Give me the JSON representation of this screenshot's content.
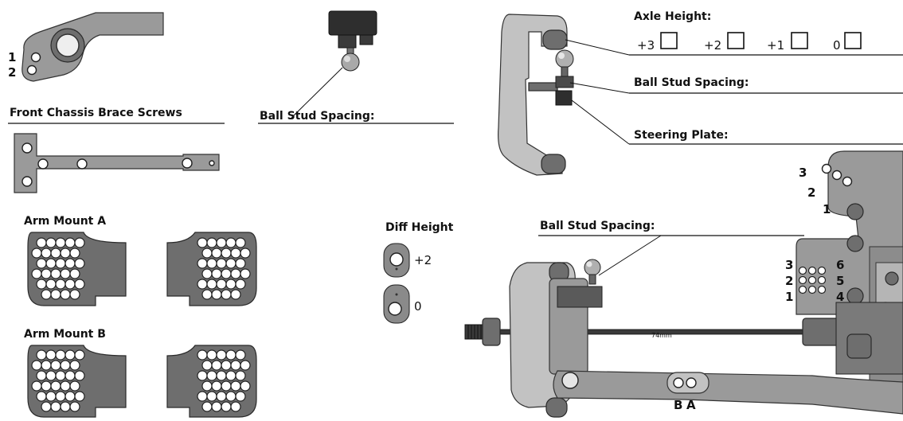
{
  "labels": {
    "front_chassis_brace_screws": "Front Chassis Brace Screws",
    "ball_stud_spacing_top": "Ball Stud Spacing:",
    "axle_height": "Axle Height:",
    "ball_stud_spacing_right": "Ball Stud Spacing:",
    "steering_plate": "Steering Plate:",
    "arm_mount_a": "Arm Mount A",
    "arm_mount_b": "Arm Mount B",
    "diff_height": "Diff Height",
    "ball_stud_spacing_bottom": "Ball Stud Spacing:",
    "shaft_length": "74mm",
    "b": "B",
    "a": "A"
  },
  "axle_height_options": [
    "+3",
    "+2",
    "+1",
    "0"
  ],
  "diff_height_options": [
    "+2",
    "0"
  ],
  "steering_arm_positions": [
    "1",
    "2"
  ],
  "chassis_plate_left_positions": [
    "3",
    "2",
    "1"
  ],
  "chassis_plate_top_positions": [
    "3",
    "2",
    "1"
  ],
  "chassis_plate_right_positions": [
    "6",
    "5",
    "4"
  ]
}
